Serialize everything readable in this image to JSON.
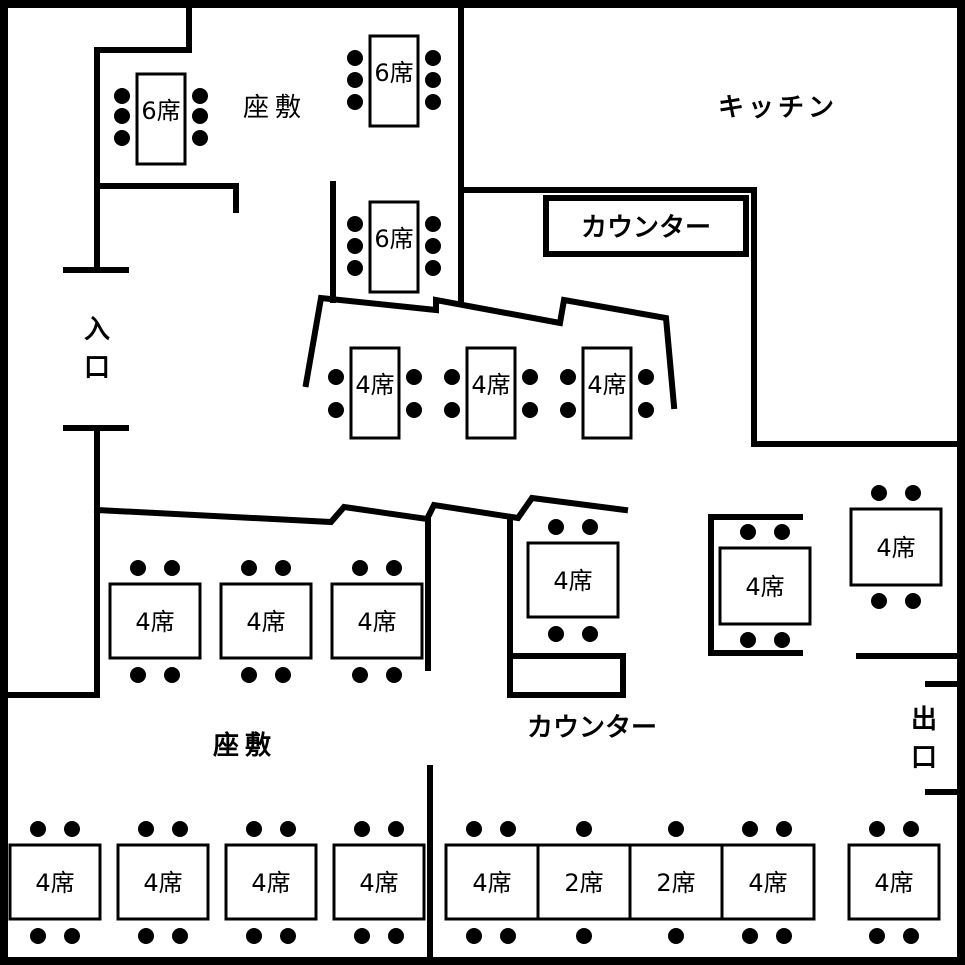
{
  "labels": {
    "zashiki_top": "座敷",
    "zashiki_bottom": "座敷",
    "kitchen": "キッチン",
    "counter_top": "カウンター",
    "counter_bottom": "カウンター",
    "entrance": "入口",
    "exit": "出口"
  },
  "tables": {
    "six_seat": [
      "6席",
      "6席",
      "6席"
    ],
    "middle_row": [
      "4席",
      "4席",
      "4席"
    ],
    "left_middle": [
      "4席",
      "4席",
      "4席"
    ],
    "counter_area": [
      "4席",
      "4席",
      "4席"
    ],
    "bottom_left": [
      "4席",
      "4席",
      "4席",
      "4席"
    ],
    "bottom_right": [
      "4席",
      "2席",
      "2席",
      "4席",
      "4席"
    ]
  },
  "colors": {
    "line": "#000000",
    "background": "#ffffff"
  }
}
